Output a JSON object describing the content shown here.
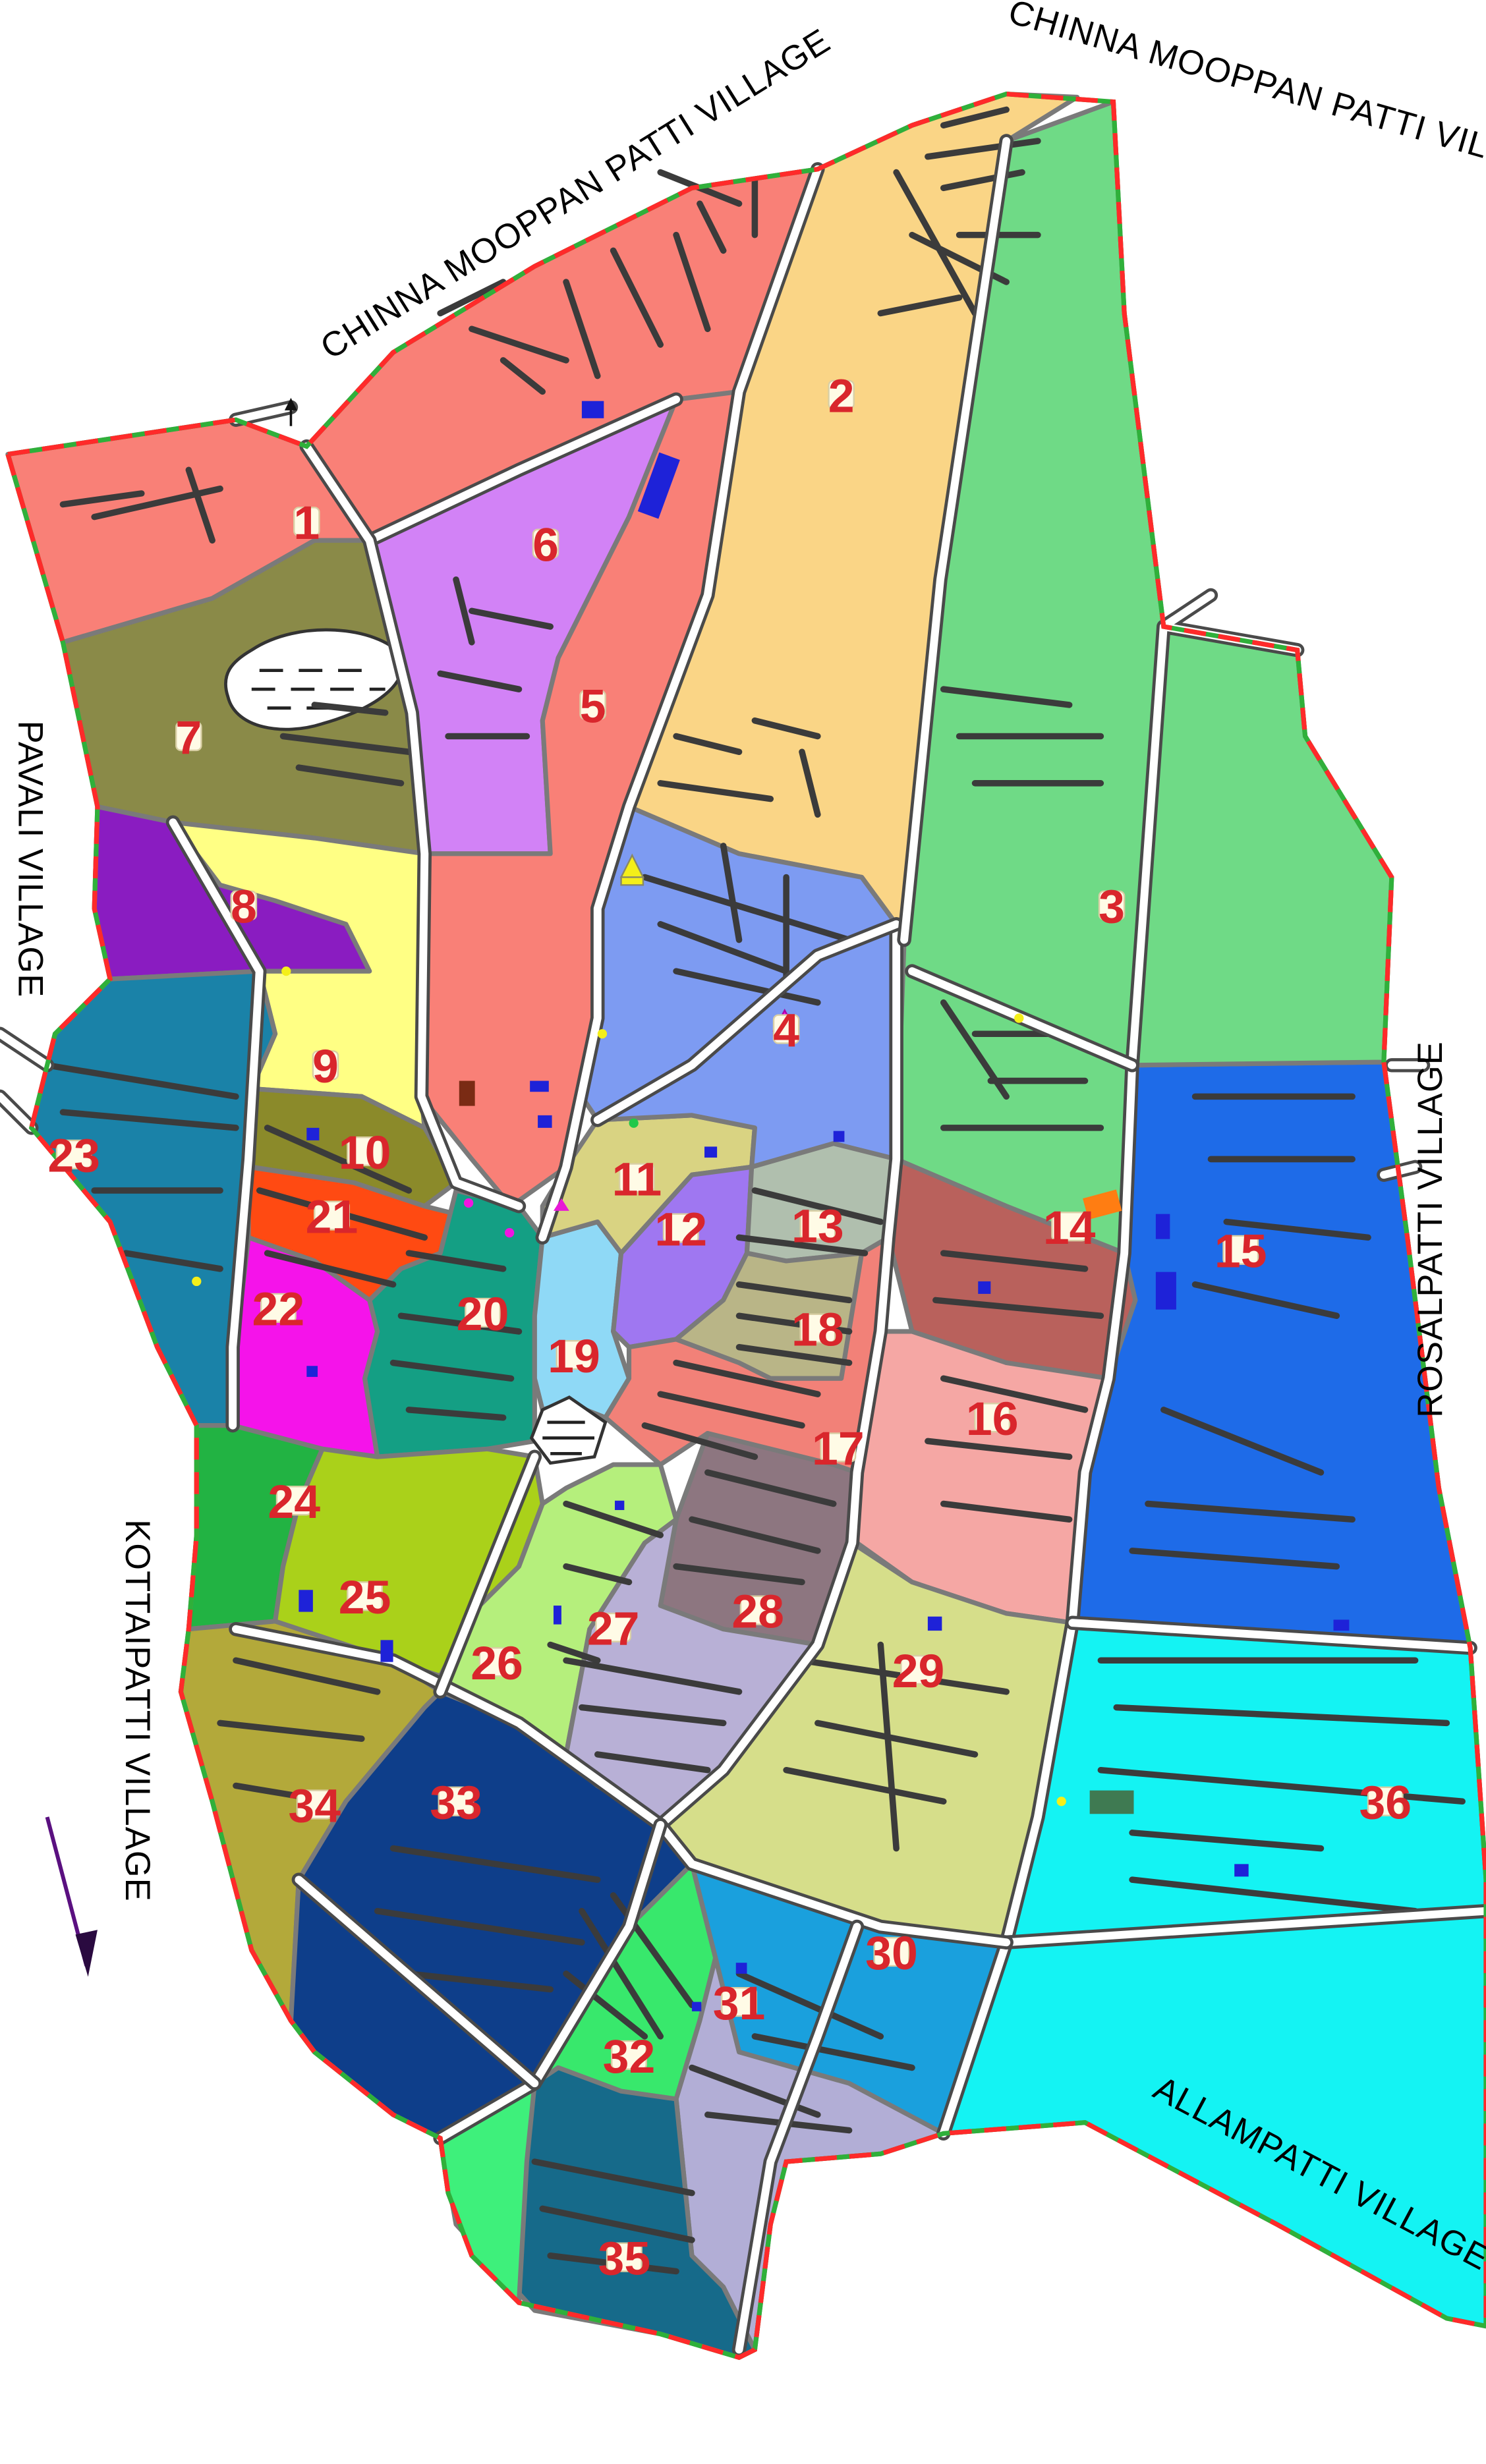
{
  "villages": [
    {
      "id": "chinna-mooppan-patti-top",
      "label": "CHINNA MOOPPAN PATTI VILLAGE"
    },
    {
      "id": "chinna-mooppan-patti-left",
      "label": "CHINNA MOOPPAN PATTI VILLAGE"
    },
    {
      "id": "pavali",
      "label": "PAVALI VILLAGE"
    },
    {
      "id": "kottaipatti",
      "label": "KOTTAIPATTI VILLAGE"
    },
    {
      "id": "rosalpatti",
      "label": "ROSALPATTI VILLAGE"
    },
    {
      "id": "allampatti",
      "label": "ALLAMPATTI VILLAGE"
    }
  ],
  "wards": [
    {
      "number": "1",
      "color": "#f98077"
    },
    {
      "number": "2",
      "color": "#fad586"
    },
    {
      "number": "3",
      "color": "#6fda86"
    },
    {
      "number": "4",
      "color": "#7d9bf2"
    },
    {
      "number": "5",
      "color": "#f98077"
    },
    {
      "number": "6",
      "color": "#d282f6"
    },
    {
      "number": "7",
      "color": "#8a8a48"
    },
    {
      "number": "8",
      "color": "#8a1cc1"
    },
    {
      "number": "9",
      "color": "#ffff84"
    },
    {
      "number": "10",
      "color": "#8b8a2a"
    },
    {
      "number": "11",
      "color": "#d9d382"
    },
    {
      "number": "12",
      "color": "#9f77f1"
    },
    {
      "number": "13",
      "color": "#b0bfae"
    },
    {
      "number": "14",
      "color": "#b9615c"
    },
    {
      "number": "15",
      "color": "#1e6be8"
    },
    {
      "number": "16",
      "color": "#f5a7a4"
    },
    {
      "number": "17",
      "color": "#f28178"
    },
    {
      "number": "18",
      "color": "#b9b587"
    },
    {
      "number": "19",
      "color": "#8fd9f6"
    },
    {
      "number": "20",
      "color": "#149f84"
    },
    {
      "number": "21",
      "color": "#ff4a12"
    },
    {
      "number": "22",
      "color": "#f513ea"
    },
    {
      "number": "23",
      "color": "#1a82a8"
    },
    {
      "number": "24",
      "color": "#22b343"
    },
    {
      "number": "25",
      "color": "#aad11a"
    },
    {
      "number": "26",
      "color": "#b5ef7c"
    },
    {
      "number": "27",
      "color": "#b8b0d6"
    },
    {
      "number": "28",
      "color": "#8d7680"
    },
    {
      "number": "29",
      "color": "#d6de8a"
    },
    {
      "number": "30",
      "color": "#1aa0dd"
    },
    {
      "number": "31",
      "color": "#b2aed6"
    },
    {
      "number": "32",
      "color": "#38e86c"
    },
    {
      "number": "33",
      "color": "#0e3e8a"
    },
    {
      "number": "34",
      "color": "#b3a93a"
    },
    {
      "number": "35",
      "color": "#166a8a"
    },
    {
      "number": "36",
      "color": "#14f3f3"
    }
  ],
  "icons": {
    "north_arrow": "north-arrow-icon",
    "lake": "water-body-icon",
    "landmark": "landmark-square-icon"
  }
}
